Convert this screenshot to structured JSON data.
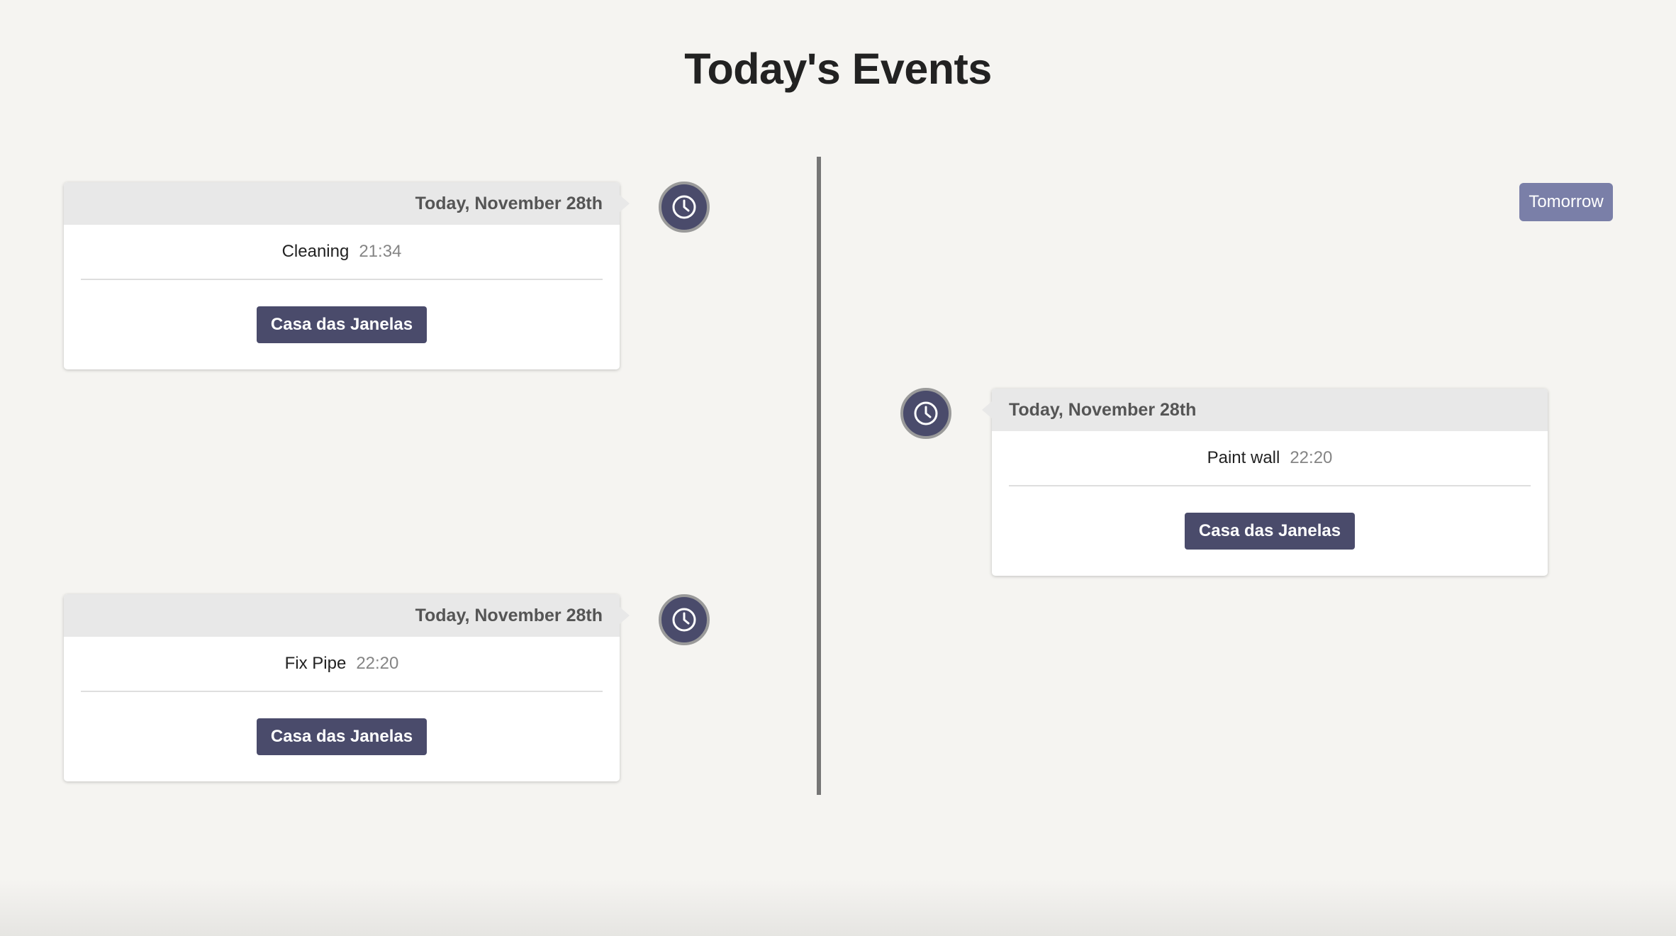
{
  "page": {
    "title": "Today's Events"
  },
  "navigation": {
    "tomorrow_label": "Tomorrow"
  },
  "events": [
    {
      "date_label": "Today, November 28th",
      "name": "Cleaning",
      "time": "21:34",
      "location": "Casa das Janelas",
      "side": "left"
    },
    {
      "date_label": "Today, November 28th",
      "name": "Paint wall",
      "time": "22:20",
      "location": "Casa das Janelas",
      "side": "right"
    },
    {
      "date_label": "Today, November 28th",
      "name": "Fix Pipe",
      "time": "22:20",
      "location": "Casa das Janelas",
      "side": "left"
    }
  ],
  "icons": {
    "timeline_marker": "clock-icon"
  },
  "colors": {
    "accent": "#4a4b6b",
    "secondary_button": "#7a7fa8",
    "background": "#f5f4f1",
    "timeline": "#767676"
  }
}
